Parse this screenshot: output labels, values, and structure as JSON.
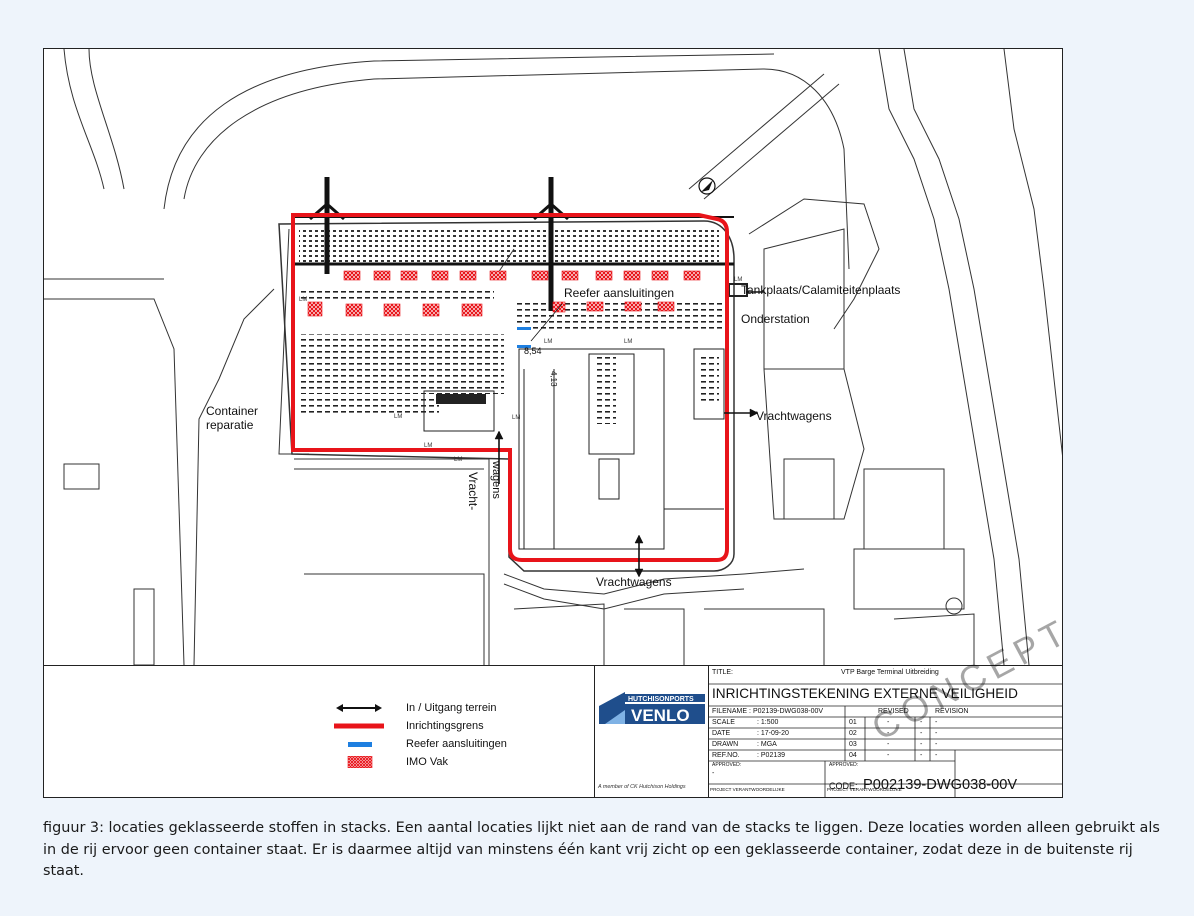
{
  "map": {
    "labels": {
      "reefer": "Reefer aansluitingen",
      "tankplaats": "Tankplaats/Calamiteitenplaats",
      "onderstation": "Onderstation",
      "container": "Container",
      "reparatie": "reparatie",
      "vrachtwagens_east": "Vrachtwagens",
      "vrachtwagens_south": "Vrachtwagens",
      "vracht_vertical": "Vracht-",
      "wagens_vertical": "wagens",
      "dim1": "8,54",
      "dim2": "4,13"
    },
    "small_marks": [
      "LM",
      "LM",
      "LM",
      "LM",
      "LM",
      "LM",
      "LM",
      "LM"
    ]
  },
  "legend": {
    "items": [
      {
        "label": "In / Uitgang terrein",
        "symbol": "double-arrow"
      },
      {
        "label": "Inrichtingsgrens",
        "symbol": "red-line"
      },
      {
        "label": "Reefer aansluitingen",
        "symbol": "blue-bar"
      },
      {
        "label": "IMO Vak",
        "symbol": "red-hatch"
      }
    ]
  },
  "title_block": {
    "logo_top": "HUTCHISONPORTS",
    "logo_main": "VENLO",
    "member_text": "A member of CK Hutchison Holdings",
    "title_label": "TITLE:",
    "project": "VTP Barge Terminal Uitbreiding",
    "title": "INRICHTINGSTEKENING EXTERNE VEILIGHEID",
    "filename_label": "FILENAME :",
    "filename": "P02139-DWG038-00V",
    "revised_label": "REVISED",
    "revision_label": "REVISION",
    "scale_label": "SCALE",
    "scale": ": 1:500",
    "date_label": "DATE",
    "date": ": 17-09-20",
    "drawn_label": "DRAWN",
    "drawn": ": MGA",
    "ref_label": "REF.NO.",
    "ref": ": P02139",
    "rev_rows": [
      "01",
      "02",
      "03",
      "04"
    ],
    "dash": "-",
    "approved": "APPROVED:",
    "approved2": "APPROVED:",
    "proj_left": "PROJECT VERANTWOORDELIJKE",
    "proj_right": "PROJECT VERANTWOORDELIJKE",
    "code_label": "CODE:",
    "code": "P002139-DWG038-00V",
    "watermark": "CONCEPT"
  },
  "caption": "figuur 3: locaties geklasseerde stoffen in stacks. Een aantal locaties lijkt niet aan de rand van de stacks te liggen. Deze locaties worden alleen gebruikt als in de rij ervoor geen container staat. Er is daarmee altijd van minstens één kant vrij zicht op een geklasseerde container, zodat deze in de buitenste rij staat.",
  "colors": {
    "boundary": "#e8141a",
    "reefer": "#1e7fe0",
    "imo": "#e8141a",
    "line": "#1a1a1a",
    "background": "#eef4fb",
    "logo_blue": "#1f4e8c"
  }
}
